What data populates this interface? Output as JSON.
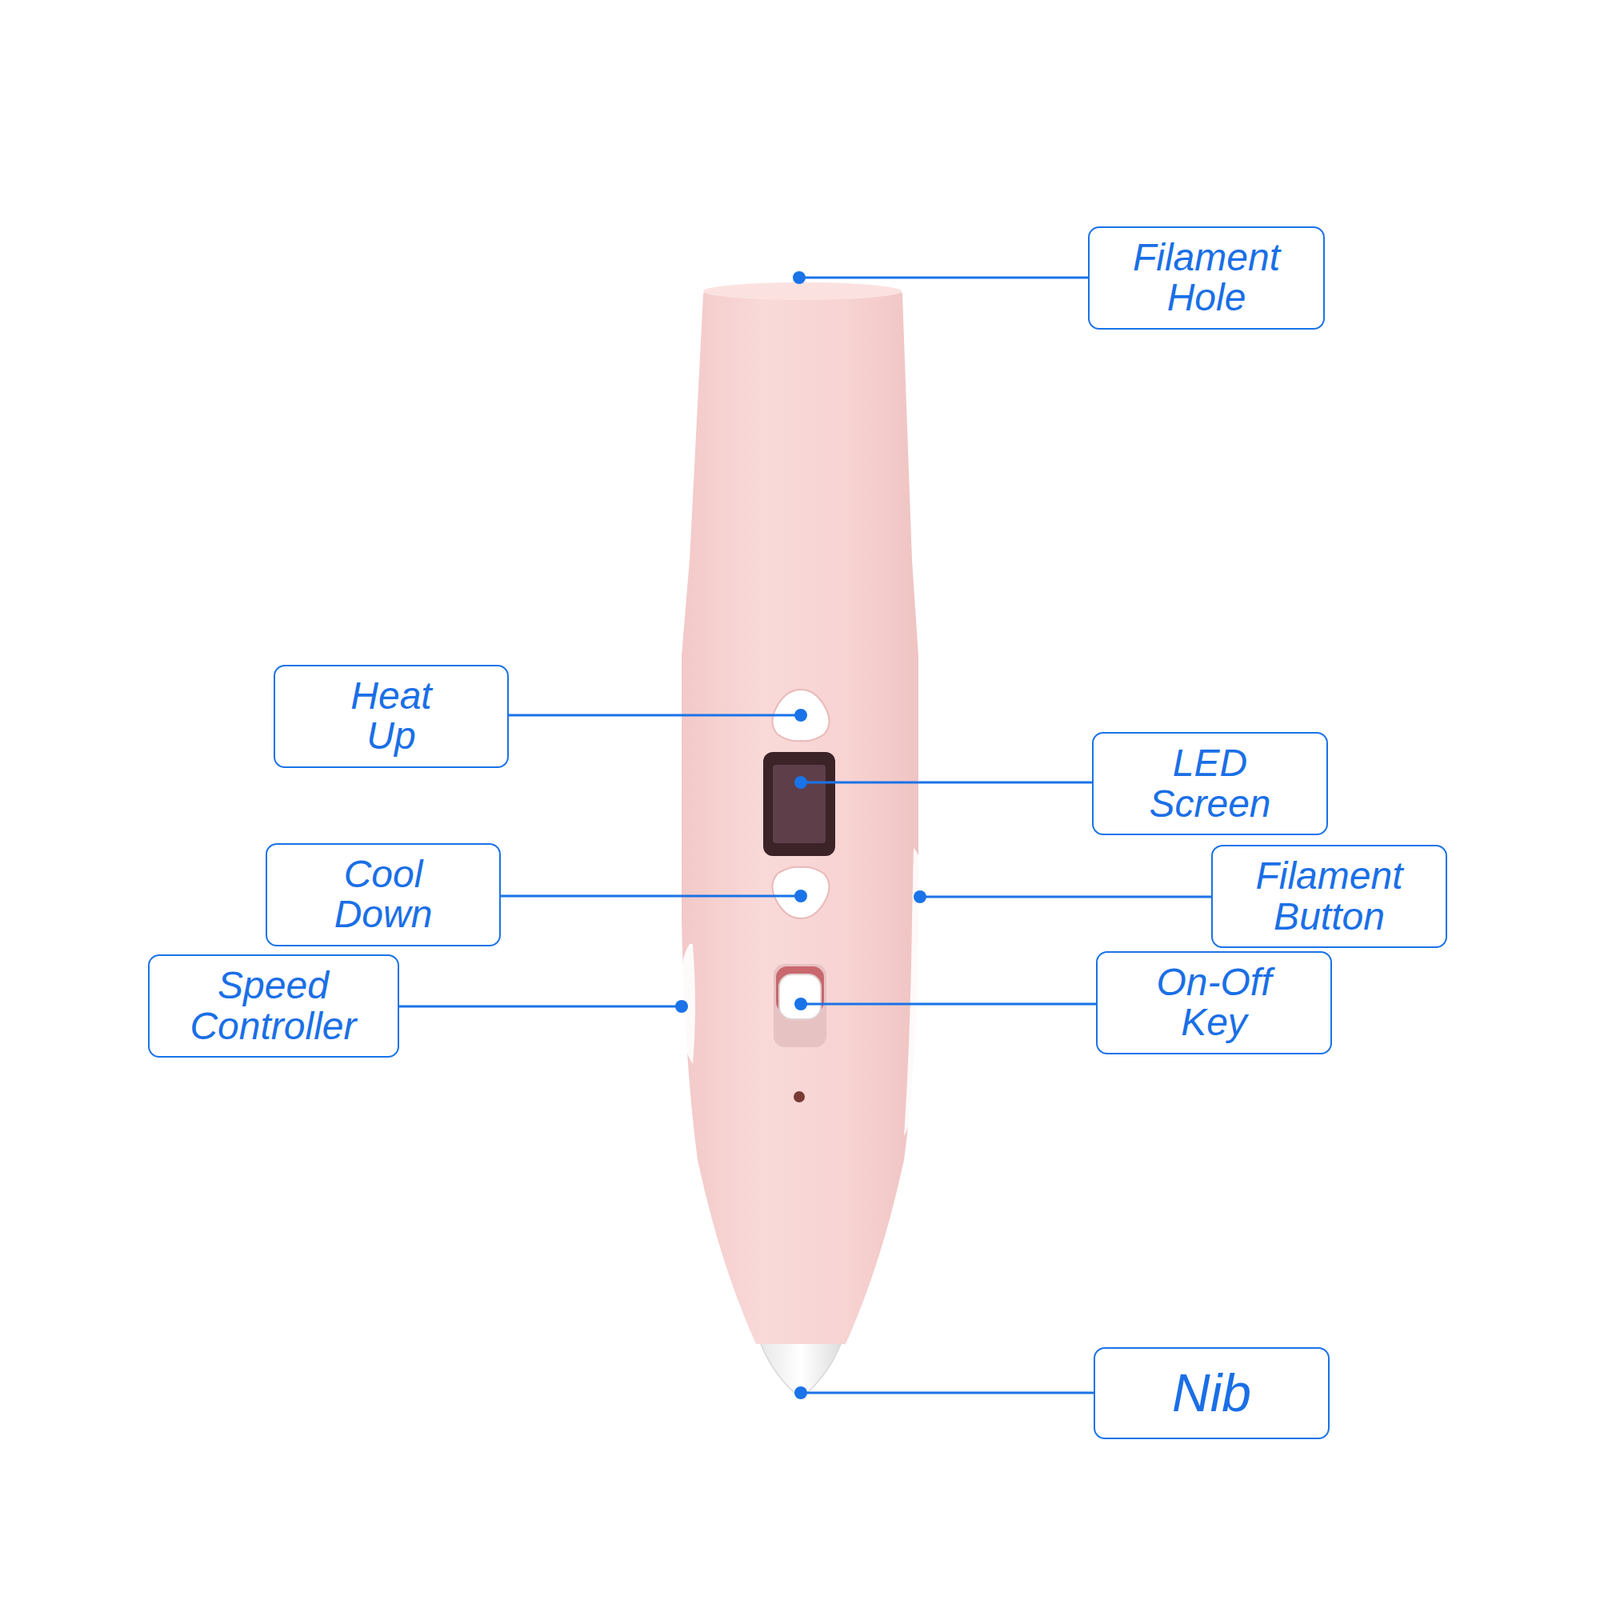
{
  "diagram": {
    "nodes": [
      {
        "text": [
          "Filament Hole"
        ]
      },
      {
        "text": [
          "Heat Up"
        ]
      },
      {
        "text": [
          "LED Screen"
        ]
      },
      {
        "text": [
          "Cool Down"
        ]
      },
      {
        "text": [
          "Filament Button"
        ]
      },
      {
        "text": [
          "Speed Controller"
        ]
      },
      {
        "text": [
          "On-Off Key"
        ]
      },
      {
        "text": [
          "Nib"
        ]
      }
    ]
  }
}
